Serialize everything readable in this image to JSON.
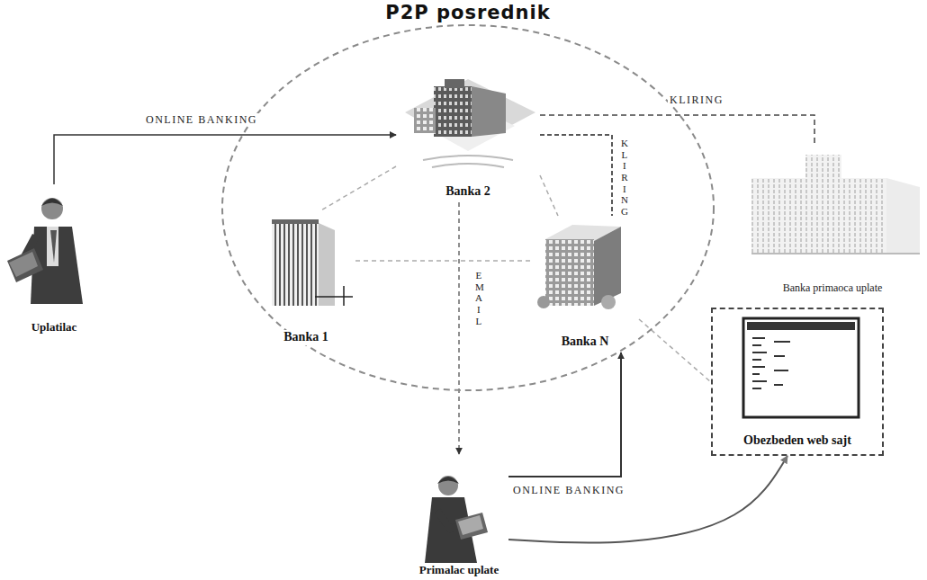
{
  "diagram": {
    "nodes": [
      {
        "text": [
          "P2P posrednik"
        ]
      },
      {
        "text": [
          "Banka 2"
        ],
        "in": 0
      },
      {
        "text": [
          "Banka 1"
        ],
        "in": 0
      },
      {
        "text": [
          "Banka N"
        ],
        "in": 0
      },
      {
        "text": [
          "Uplatilac"
        ]
      },
      {
        "text": [
          "Banka primaoca uplate"
        ]
      },
      {
        "text": [
          "Obezbeden web sajt"
        ]
      },
      {
        "text": [
          "Primalac uplate"
        ]
      }
    ],
    "edges": [
      {
        "from": 4,
        "to": 1,
        "label": "ONLINE BANKING",
        "arrow": "to"
      },
      {
        "from": 1,
        "to": 5,
        "label": "KLIRING",
        "arrow": "none"
      },
      {
        "from": 1,
        "to": 3,
        "label": "KLIRING",
        "arrow": "none"
      },
      {
        "from": 1,
        "to": 7,
        "label": "EMAIL",
        "arrow": "to"
      },
      {
        "from": 7,
        "to": 3,
        "label": "ONLINE BANKING",
        "arrow": "to"
      },
      {
        "from": 7,
        "to": 6,
        "arrow": "to"
      },
      {
        "from": 1,
        "to": 2,
        "arrow": "none"
      },
      {
        "from": 1,
        "to": 3,
        "arrow": "none"
      },
      {
        "from": 2,
        "to": 3,
        "arrow": "none"
      },
      {
        "from": 3,
        "to": 6,
        "arrow": "none"
      }
    ]
  }
}
